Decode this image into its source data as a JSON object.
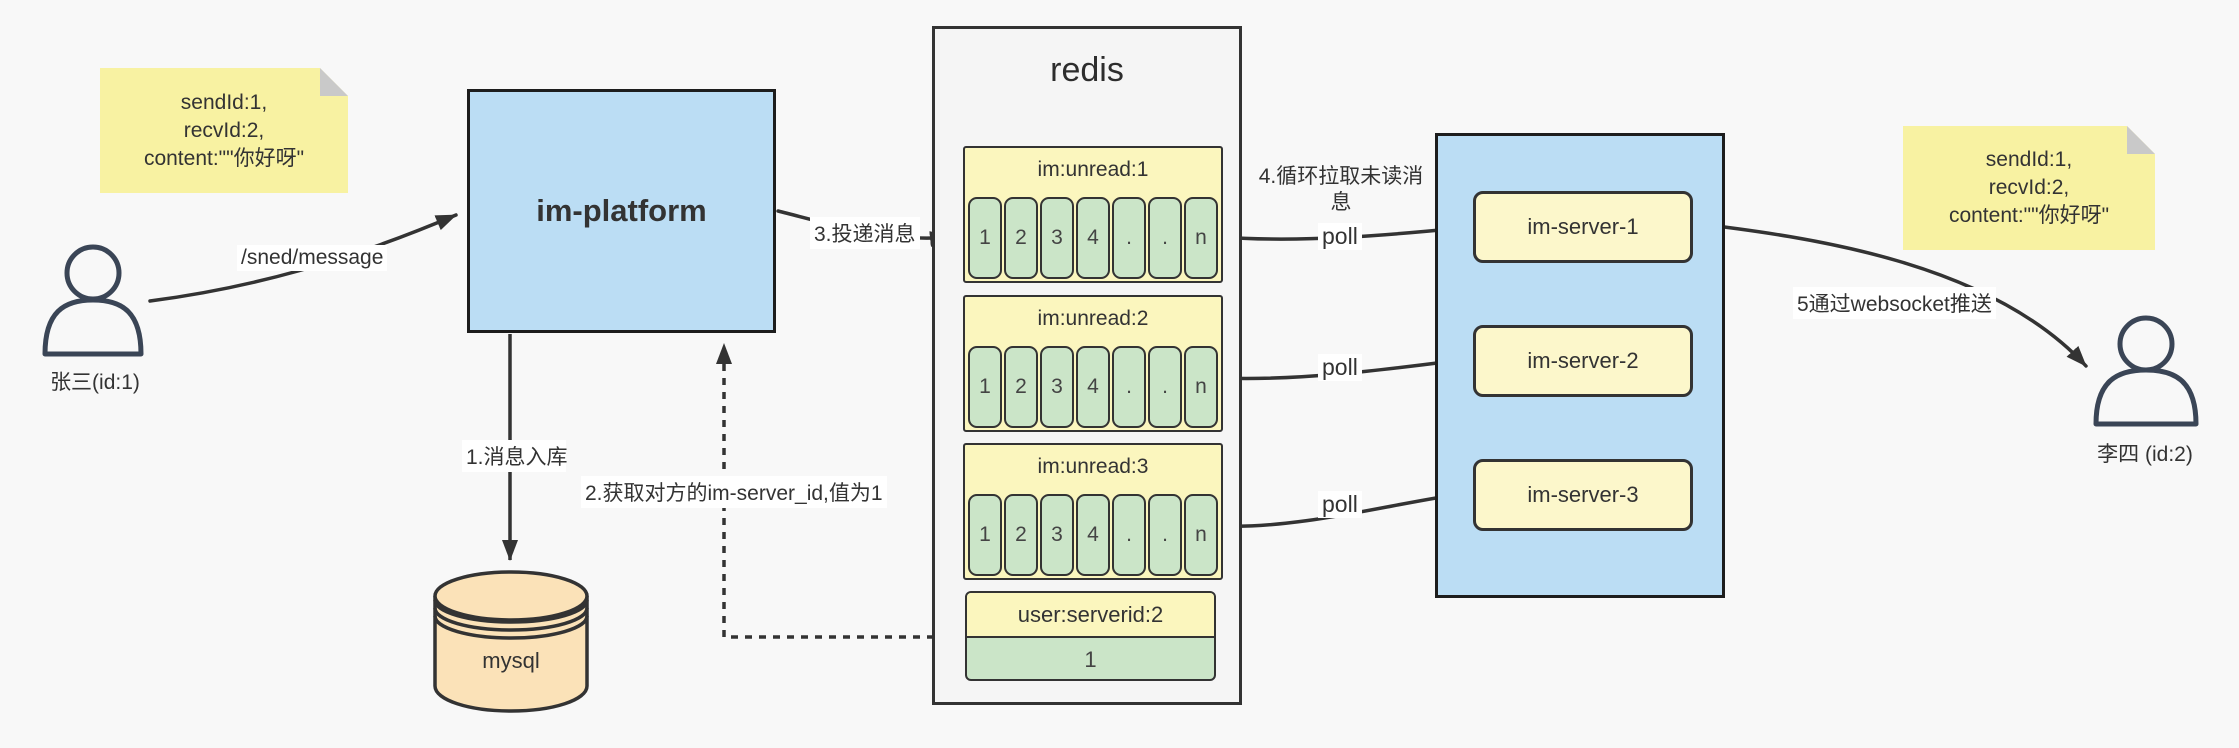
{
  "notes": {
    "left": {
      "lines": [
        "sendId:1,",
        "recvId:2,",
        "content:\"\"你好呀\""
      ]
    },
    "right": {
      "lines": [
        "sendId:1,",
        "recvId:2,",
        "content:\"\"你好呀\""
      ]
    }
  },
  "actors": {
    "sender": {
      "label": "张三(id:1)"
    },
    "receiver": {
      "label": "李四 (id:2)"
    }
  },
  "platform": {
    "title": "im-platform"
  },
  "database": {
    "label": "mysql"
  },
  "redis": {
    "title": "redis",
    "lists": [
      {
        "name": "im:unread:1",
        "cells": [
          "1",
          "2",
          "3",
          "4",
          ".",
          ".",
          "n"
        ]
      },
      {
        "name": "im:unread:2",
        "cells": [
          "1",
          "2",
          "3",
          "4",
          ".",
          ".",
          "n"
        ]
      },
      {
        "name": "im:unread:3",
        "cells": [
          "1",
          "2",
          "3",
          "4",
          ".",
          ".",
          "n"
        ]
      }
    ],
    "kv": {
      "name": "user:serverid:2",
      "value": "1"
    }
  },
  "servers": [
    {
      "label": "im-server-1"
    },
    {
      "label": "im-server-2"
    },
    {
      "label": "im-server-3"
    }
  ],
  "edges": {
    "send": "/sned/message",
    "step1": "1.消息入库",
    "step2": "2.获取对方的im-server_id,值为1",
    "step3": "3.投递消息",
    "step4": "4.循环拉取未读消息",
    "step5": "5通过websocket推送",
    "poll": "poll"
  },
  "colors": {
    "background": "#F8F8F8",
    "note_yellow": "#F8F2A2",
    "box_blue": "#BBDDF4",
    "list_yellow": "#FBF6BE",
    "cell_green": "#CBE5C8",
    "server_yellow": "#FCF7CB",
    "mysql_peach": "#FBE2B8",
    "stroke": "#333333"
  }
}
